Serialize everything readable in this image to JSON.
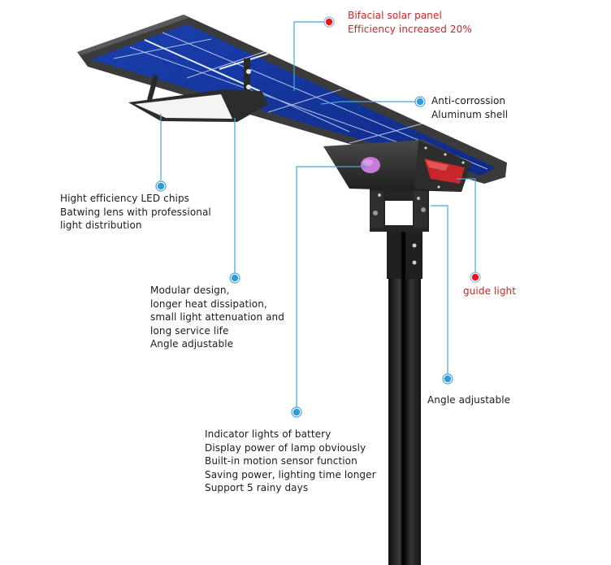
{
  "title": "Solar street light feature diagram",
  "colors": {
    "callout_line": "#45a6dc",
    "callout_dot_blue": "#2f9ae0",
    "callout_dot_red": "#e8141e",
    "red_text": "#d42020",
    "body_text": "#1a1a1a",
    "panel_frame": "#3b3b3b",
    "solar_cells": "#14359a",
    "pole": "#1c1c1c",
    "sensor": "#c77ad8",
    "guide_light": "#c7262a"
  },
  "callouts": [
    {
      "id": "bifacial-solar-panel",
      "style": "red",
      "lines": [
        "Bifacial solar panel",
        "Efficiency increased 20%"
      ]
    },
    {
      "id": "anti-corrosion-shell",
      "style": "blue",
      "lines": [
        "Anti-corrossion",
        "Aluminum shell"
      ]
    },
    {
      "id": "led-chips",
      "style": "blue",
      "lines": [
        "Hight efficiency LED chips",
        "Batwing lens with professional",
        "light distribution"
      ]
    },
    {
      "id": "modular-design",
      "style": "blue",
      "lines": [
        "Modular design,",
        "longer heat dissipation,",
        "small light attenuation and",
        "long service life",
        "Angle adjustable"
      ]
    },
    {
      "id": "guide-light",
      "style": "red",
      "lines": [
        "guide light"
      ]
    },
    {
      "id": "angle-adjustable",
      "style": "blue",
      "lines": [
        "Angle adjustable"
      ]
    },
    {
      "id": "battery-indicator",
      "style": "blue",
      "lines": [
        "Indicator lights of battery",
        "Display power of lamp obviously",
        "Built-in motion sensor function",
        "Saving power, lighting time longer",
        "Support 5 rainy days"
      ]
    }
  ]
}
